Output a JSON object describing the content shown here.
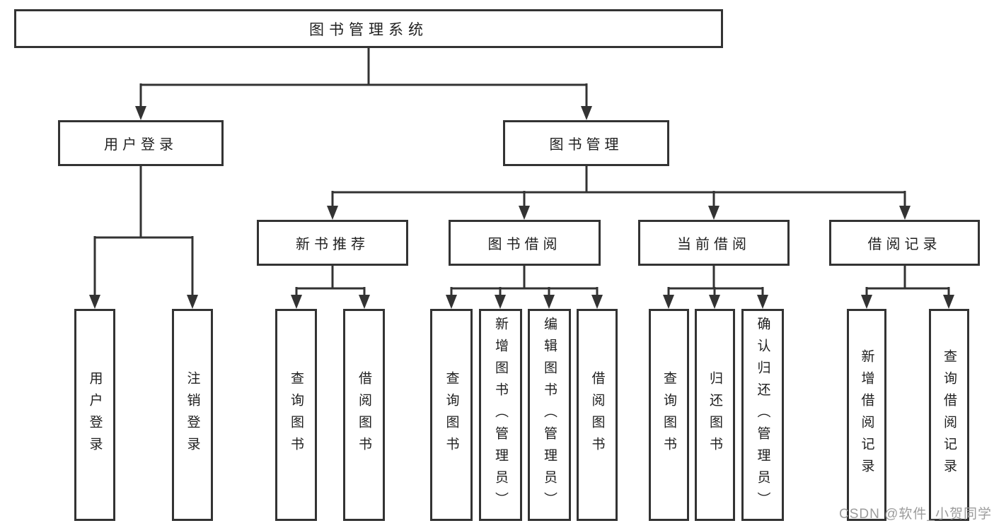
{
  "diagram": {
    "type": "hierarchy-tree",
    "root": "图书管理系统",
    "level2": [
      "用户登录",
      "图书管理"
    ],
    "level3": [
      "新书推荐",
      "图书借阅",
      "当前借阅",
      "借阅记录"
    ],
    "leaves_login": [
      "用户登录",
      "注销登录"
    ],
    "leaves_recommend": [
      "查询图书",
      "借阅图书"
    ],
    "leaves_borrow": [
      "查询图书",
      "新增图书（管理员）",
      "编辑图书（管理员）",
      "借阅图书"
    ],
    "leaves_current": [
      "查询图书",
      "归还图书",
      "确认归还（管理员）"
    ],
    "leaves_records": [
      "新增借阅记录",
      "查询借阅记录"
    ]
  },
  "watermark": "CSDN @软件_小贺同学",
  "colors": {
    "line": "#333333",
    "text": "#1f1f1f",
    "watermark": "#9c9c9c",
    "background": "#ffffff"
  }
}
